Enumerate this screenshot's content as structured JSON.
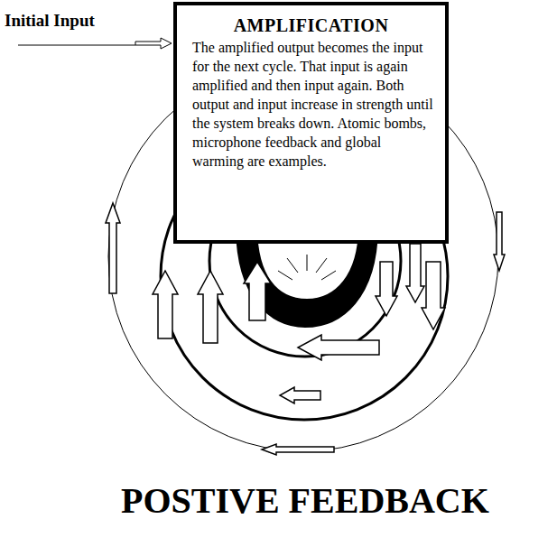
{
  "diagram": {
    "title": "POSTIVE FEEDBACK",
    "nodes": [
      {
        "text": [
          "AMPLIFICATION",
          "The amplified output becomes the input for the next cycle. That input is again amplified and then input again. Both output and input increase in strength until the system breaks down. Atomic bombs, microphone feedback and global warming are examples."
        ]
      }
    ],
    "labels": [
      "Initial Input"
    ]
  }
}
